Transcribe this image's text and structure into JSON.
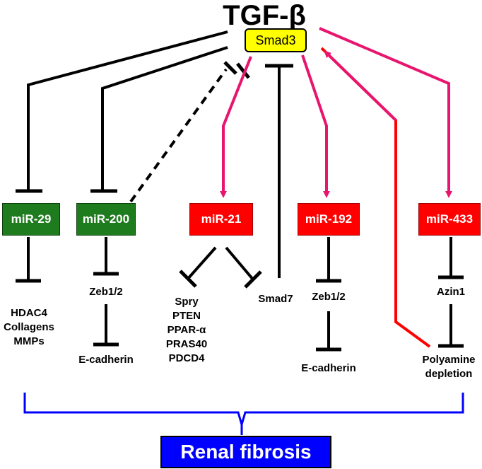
{
  "title": "TGF-β",
  "smad3": "Smad3",
  "mirs": [
    {
      "label": "miR-29",
      "color": "#1e7b1e"
    },
    {
      "label": "miR-200",
      "color": "#1e7b1e"
    },
    {
      "label": "miR-21",
      "color": "#ff0000"
    },
    {
      "label": "miR-192",
      "color": "#ff0000"
    },
    {
      "label": "miR-433",
      "color": "#ff0000"
    }
  ],
  "targets": {
    "mir29": [
      "HDAC4",
      "Collagens",
      "MMPs"
    ],
    "mir200_zeb": "Zeb1/2",
    "mir200_ecad": "E-cadherin",
    "mir21": [
      "Spry",
      "PTEN",
      "PPAR-α",
      "PRAS40",
      "PDCD4"
    ],
    "mir21_smad7": "Smad7",
    "mir192_zeb": "Zeb1/2",
    "mir192_ecad": "E-cadherin",
    "mir433_azin": "Azin1",
    "mir433_poly": [
      "Polyamine",
      "depletion"
    ]
  },
  "outcome": "Renal fibrosis",
  "colors": {
    "inhibit": "#000000",
    "activate": "#e8156e",
    "feedback": "#ff0000",
    "bracket": "#0000ff"
  }
}
